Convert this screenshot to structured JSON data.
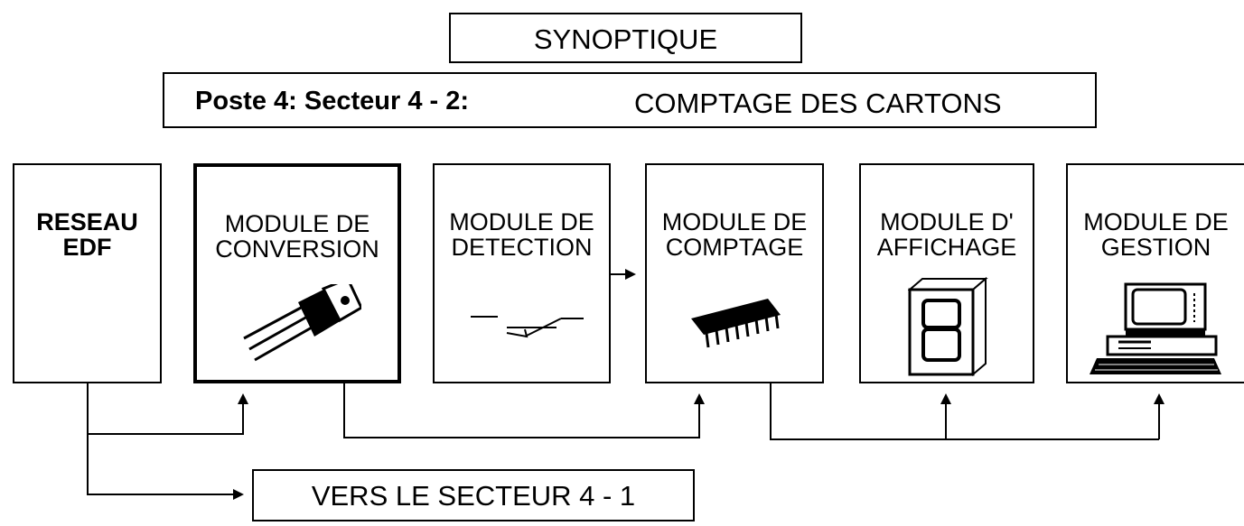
{
  "title": "SYNOPTIQUE",
  "subtitle": {
    "left": "Poste 4: Secteur 4 - 2:",
    "right": "COMPTAGE DES CARTONS"
  },
  "modules": [
    {
      "line1": "RESEAU",
      "line2": "EDF"
    },
    {
      "line1": "MODULE DE",
      "line2": "CONVERSION"
    },
    {
      "line1": "MODULE DE",
      "line2": "DETECTION"
    },
    {
      "line1": "MODULE DE",
      "line2": "COMPTAGE"
    },
    {
      "line1": "MODULE D'",
      "line2": "AFFICHAGE"
    },
    {
      "line1": "MODULE DE",
      "line2": "GESTION"
    }
  ],
  "icons": [
    "transistor-icon",
    "switch-icon",
    "chip-icon",
    "seven-segment-display-icon",
    "computer-icon"
  ],
  "output": "VERS LE SECTEUR 4 - 1"
}
